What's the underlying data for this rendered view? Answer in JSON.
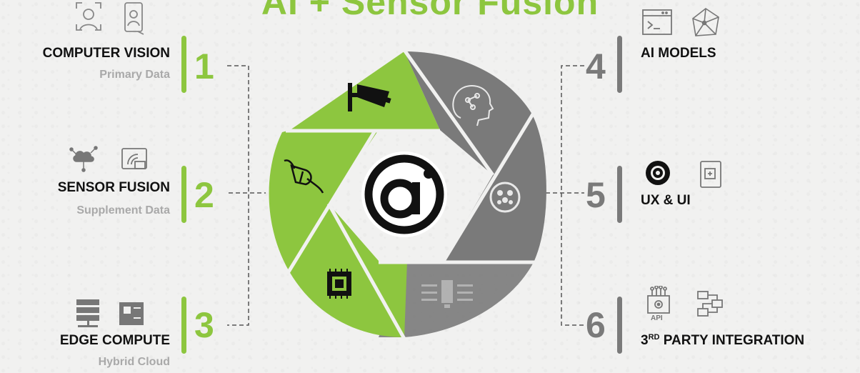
{
  "title": "AI + Sensor Fusion",
  "left_items": [
    {
      "number": "1",
      "label": "COMPUTER VISION",
      "sub": "Primary Data"
    },
    {
      "number": "2",
      "label": "SENSOR FUSION",
      "sub": "Supplement Data"
    },
    {
      "number": "3",
      "label": "EDGE COMPUTE",
      "sub": "Hybrid Cloud"
    }
  ],
  "right_items": [
    {
      "number": "4",
      "label": "AI MODELS"
    },
    {
      "number": "5",
      "label": "UX & UI"
    },
    {
      "number": "6",
      "label_pre": "3",
      "label_sup": "RD",
      "label_post": " PARTY INTEGRATION"
    }
  ],
  "api_label": "API",
  "colors": {
    "green": "#8dc63f",
    "gray": "#7a7a7a",
    "dark": "#111111"
  },
  "icons": {
    "item1": [
      "face-scan-icon",
      "phone-face-id-icon"
    ],
    "item2": [
      "cloud-network-icon",
      "wireless-tablet-icon"
    ],
    "item3": [
      "server-rack-icon",
      "circuit-board-icon"
    ],
    "item4": [
      "terminal-icon",
      "polygon-network-icon"
    ],
    "item5": [
      "camera-lens-icon",
      "tablet-touch-icon"
    ],
    "item6": [
      "api-gear-icon",
      "workflow-icon"
    ],
    "wheel": [
      "security-camera-icon",
      "ai-brain-head-icon",
      "team-people-icon",
      "server-network-icon",
      "microchip-icon",
      "plug-connector-icon",
      "logo-ai-icon"
    ]
  }
}
